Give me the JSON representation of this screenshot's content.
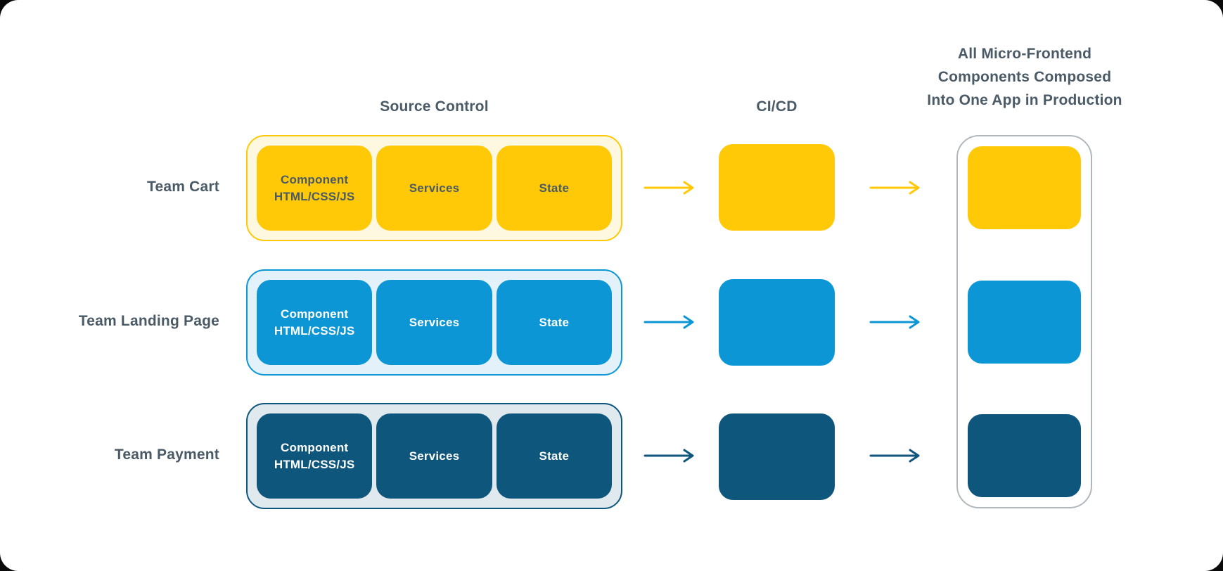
{
  "diagram": {
    "headers": {
      "source_control": "Source Control",
      "cicd": "CI/CD",
      "production_title": [
        "All Micro-Frontend",
        "Components Composed",
        "Into One App in Production"
      ]
    },
    "box_labels": {
      "component_line1": "Component",
      "component_line2": "HTML/CSS/JS",
      "services": "Services",
      "state": "State"
    },
    "rows": [
      {
        "label": "Team Cart",
        "accent": "#FFC907",
        "container_bg": "#FFF8E1",
        "box_text_color": "#4A5A66"
      },
      {
        "label": "Team Landing Page",
        "accent": "#0C96D6",
        "container_bg": "#E3F1FB",
        "box_text_color": "#FFFFFF"
      },
      {
        "label": "Team Payment",
        "accent": "#0E567C",
        "container_bg": "#DFE9EE",
        "box_text_color": "#FFFFFF"
      }
    ],
    "colors": {
      "heading_text": "#4A5A66",
      "production_container_border": "#B0B8BD",
      "canvas_background": "#FFFFFF"
    }
  }
}
